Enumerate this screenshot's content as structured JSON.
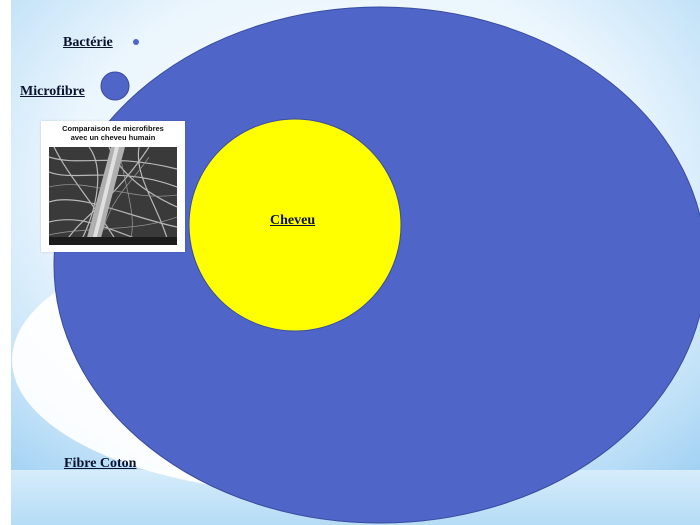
{
  "diagram": {
    "labels": {
      "bacterie": "Bactérie",
      "microfibre": "Microfibre",
      "cheveu": "Cheveu",
      "coton": "Fibre Coton"
    },
    "inset": {
      "caption_line1": "Comparaison de microfibres",
      "caption_line2": "avec un cheveu humain"
    },
    "colors": {
      "cotton_fibre": "#4f65c8",
      "hair": "#ffff00",
      "microfibre": "#4f65c8",
      "bacteria": "#4f65c8",
      "background_sky": "#bfe0f7"
    }
  }
}
